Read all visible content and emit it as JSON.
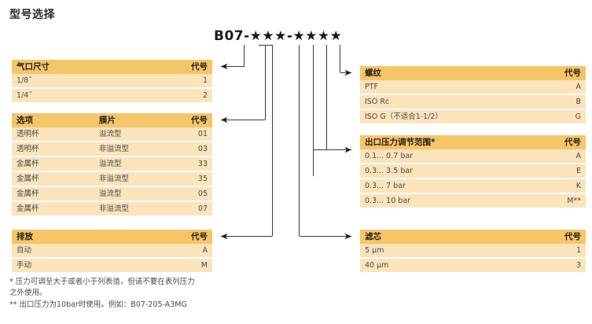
{
  "title": "型号选择",
  "model_code": "B07-★★★-★★★★",
  "code_header": "代号",
  "tables": {
    "port_size": {
      "headers": [
        "气口尺寸",
        "代号"
      ],
      "rows": [
        [
          "1/8˝",
          "1"
        ],
        [
          "1/4˝",
          "2"
        ]
      ]
    },
    "options": {
      "headers": [
        "选项",
        "膜片",
        "代号"
      ],
      "rows": [
        [
          "透明杯",
          "溢流型",
          "01"
        ],
        [
          "透明杯",
          "非溢流型",
          "03"
        ],
        [
          "金属杯",
          "溢流型",
          "33"
        ],
        [
          "金属杯",
          "非溢流型",
          "35"
        ],
        [
          "金属杯",
          "溢流型",
          "05"
        ],
        [
          "金属杯",
          "非溢流型",
          "07"
        ]
      ]
    },
    "drain": {
      "headers": [
        "排放",
        "代号"
      ],
      "rows": [
        [
          "自动",
          "A"
        ],
        [
          "手动",
          "M"
        ]
      ]
    },
    "thread": {
      "headers": [
        "螺纹",
        "代号"
      ],
      "rows": [
        [
          "PTF",
          "A"
        ],
        [
          "ISO Rc",
          "B"
        ],
        [
          "ISO G（不适合1-1/2）",
          "G"
        ]
      ]
    },
    "pressure_range": {
      "headers": [
        "出口压力调节范围*",
        "代号"
      ],
      "rows": [
        [
          "0.1... 0.7 bar",
          "A"
        ],
        [
          "0.3... 3.5 bar",
          "E"
        ],
        [
          "0.3... 7 bar",
          "K"
        ],
        [
          "0.3... 10 bar",
          "M**"
        ]
      ]
    },
    "filter_element": {
      "headers": [
        "滤芯",
        "代号"
      ],
      "rows": [
        [
          "5 µm",
          "1"
        ],
        [
          "40 µm",
          "3"
        ]
      ]
    }
  },
  "notes": [
    "* 压力可调至大于或者小于列表值，但请不要在表列压力之外使用。",
    "** 出口压力为10bar时使用。例如：B07-205-A3MG"
  ],
  "colors": {
    "header_fill": "#f6c568",
    "row_fill": "#fbe3bb",
    "line": "#3a3a3a",
    "text": "#231f20",
    "background": "#ffffff"
  }
}
